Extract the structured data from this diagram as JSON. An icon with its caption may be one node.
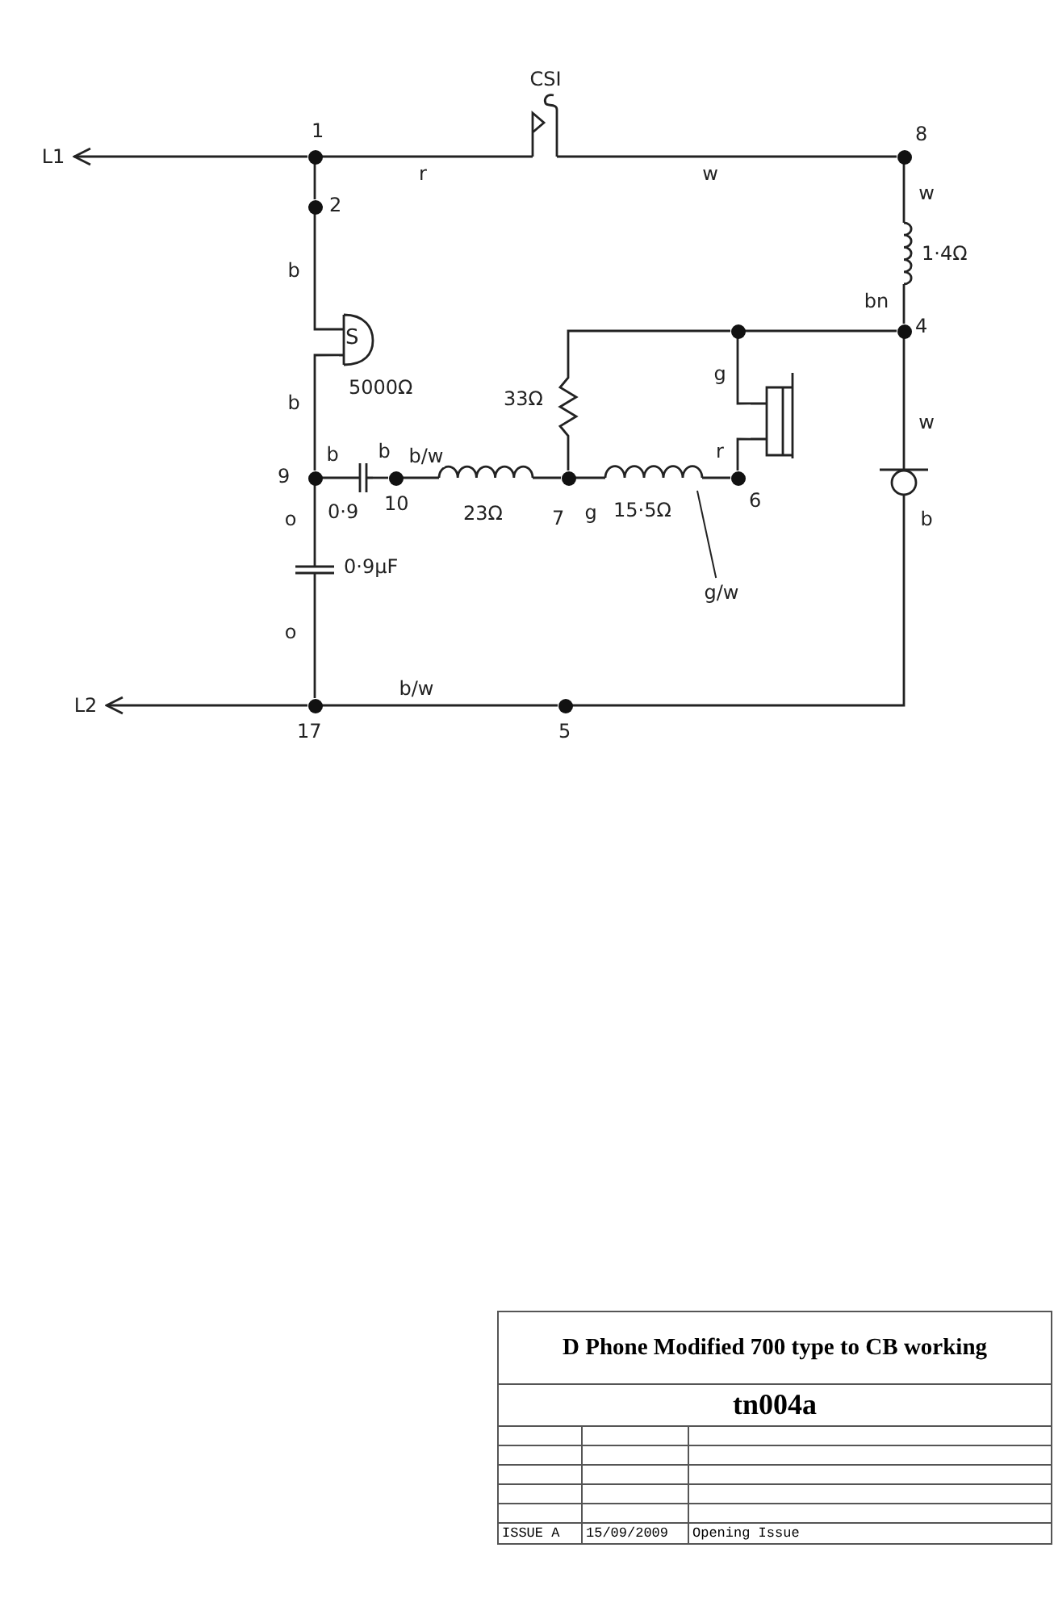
{
  "diagram": {
    "title": "D Phone Modified 700 type to CB working",
    "nodes": [
      {
        "text": [
          "CSI"
        ]
      },
      {
        "text": [
          "L1"
        ]
      },
      {
        "text": [],
        "shape": "circle",
        "beside": [
          "1"
        ]
      },
      {
        "text": [],
        "shape": "circle",
        "beside": [
          "8"
        ]
      },
      {
        "text": [],
        "shape": "circle",
        "beside": [
          "2"
        ]
      },
      {
        "text": [],
        "shape": "coil",
        "beside": [
          "1·4Ω"
        ]
      },
      {
        "text": [
          "S"
        ],
        "beside": [
          "5000Ω"
        ]
      },
      {
        "text": [],
        "shape": "circle"
      },
      {
        "text": [],
        "shape": "circle",
        "beside": [
          "4"
        ]
      },
      {
        "text": [],
        "shape": "resistor",
        "beside": [
          "33Ω"
        ]
      },
      {
        "text": [],
        "shape": "switch"
      },
      {
        "text": [],
        "shape": "transmitter"
      },
      {
        "text": [],
        "shape": "circle",
        "beside": [
          "9"
        ]
      },
      {
        "text": [],
        "shape": "capacitor",
        "beside": [
          "0·9"
        ]
      },
      {
        "text": [],
        "shape": "circle",
        "beside": [
          "10"
        ]
      },
      {
        "text": [],
        "shape": "coil",
        "beside": [
          "23Ω"
        ]
      },
      {
        "text": [],
        "shape": "circle",
        "beside": [
          "7"
        ]
      },
      {
        "text": [],
        "shape": "coil",
        "beside": [
          "15·5Ω"
        ]
      },
      {
        "text": [],
        "shape": "circle",
        "beside": [
          "6"
        ]
      },
      {
        "text": [
          "g/w"
        ]
      },
      {
        "text": [],
        "shape": "capacitor",
        "beside": [
          "0·9μF"
        ]
      },
      {
        "text": [
          "L2"
        ]
      },
      {
        "text": [],
        "shape": "circle",
        "beside": [
          "17"
        ]
      },
      {
        "text": [],
        "shape": "circle",
        "beside": [
          "5"
        ]
      }
    ],
    "edges": [
      {
        "from": 2,
        "to": 1,
        "arrow": "to"
      },
      {
        "from": 2,
        "to": 0,
        "arrow": "none",
        "label": "r"
      },
      {
        "from": 0,
        "to": 3,
        "arrow": "none",
        "label": "w"
      },
      {
        "from": 2,
        "to": 4,
        "arrow": "none"
      },
      {
        "from": 4,
        "to": 6,
        "arrow": "none",
        "label": "b"
      },
      {
        "from": 6,
        "to": 12,
        "arrow": "none",
        "label": "b"
      },
      {
        "from": 3,
        "to": 5,
        "arrow": "none",
        "label": "w"
      },
      {
        "from": 5,
        "to": 8,
        "arrow": "none",
        "label": "bn"
      },
      {
        "from": 8,
        "to": 7,
        "arrow": "none"
      },
      {
        "from": 7,
        "to": 9,
        "arrow": "none"
      },
      {
        "from": 9,
        "to": 16,
        "arrow": "none",
        "label": "g"
      },
      {
        "from": 7,
        "to": 10,
        "arrow": "none",
        "label": "g"
      },
      {
        "from": 10,
        "to": 18,
        "arrow": "none",
        "label": "r"
      },
      {
        "from": 8,
        "to": 11,
        "arrow": "none",
        "label": "w"
      },
      {
        "from": 11,
        "to": 23,
        "arrow": "none",
        "label": "b"
      },
      {
        "from": 12,
        "to": 13,
        "arrow": "none",
        "label": "b"
      },
      {
        "from": 13,
        "to": 14,
        "arrow": "none",
        "label": "b"
      },
      {
        "from": 14,
        "to": 15,
        "arrow": "none",
        "label": "b/w"
      },
      {
        "from": 15,
        "to": 16,
        "arrow": "none"
      },
      {
        "from": 16,
        "to": 17,
        "arrow": "none"
      },
      {
        "from": 17,
        "to": 18,
        "arrow": "none"
      },
      {
        "from": 19,
        "to": 17,
        "arrow": "none"
      },
      {
        "from": 12,
        "to": 20,
        "arrow": "none",
        "label": "o"
      },
      {
        "from": 20,
        "to": 22,
        "arrow": "none",
        "label": "o"
      },
      {
        "from": 23,
        "to": 22,
        "arrow": "none",
        "label": "b/w"
      },
      {
        "from": 22,
        "to": 21,
        "arrow": "to"
      }
    ],
    "labels": [
      "tn004a",
      "ISSUE A",
      "15/09/2009",
      "Opening Issue"
    ]
  }
}
